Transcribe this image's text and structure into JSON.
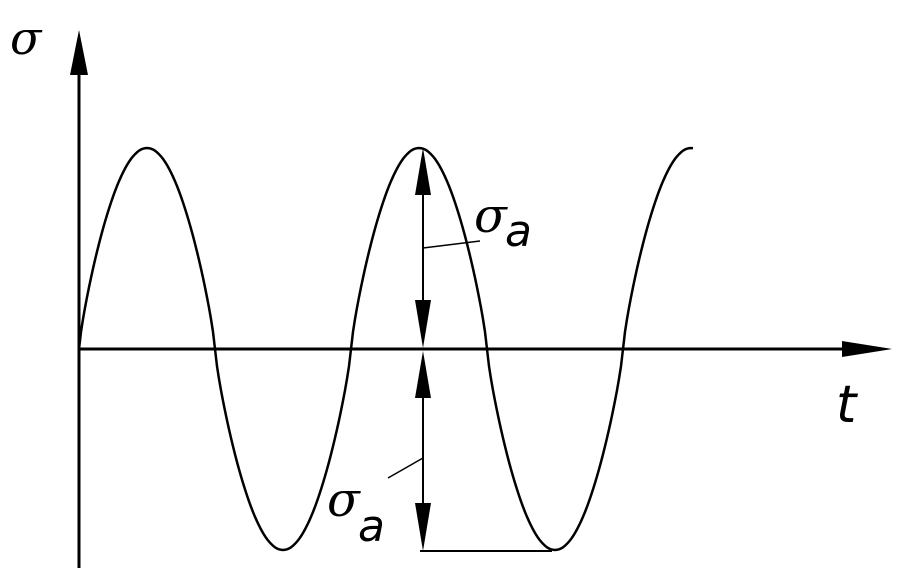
{
  "axes": {
    "y_label": "σ",
    "x_label": "t"
  },
  "annotations": {
    "upper_amplitude": {
      "symbol": "σ",
      "subscript": "a"
    },
    "lower_amplitude": {
      "symbol": "σ",
      "subscript": "a"
    }
  },
  "colors": {
    "stroke": "#000000",
    "background": "#ffffff"
  }
}
